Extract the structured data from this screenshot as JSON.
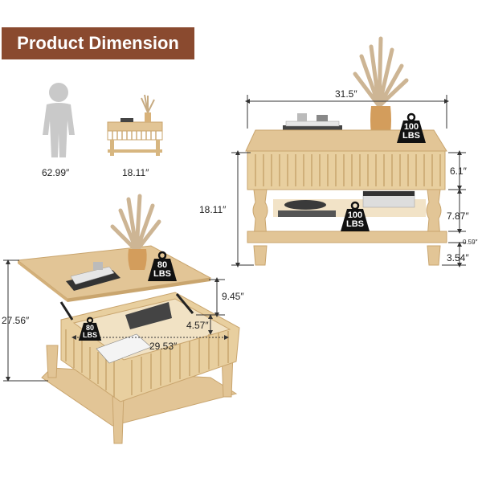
{
  "banner": {
    "title": "Product Dimension"
  },
  "scale": {
    "person_height": "62.99″",
    "table_height": "18.11″"
  },
  "front_view": {
    "width": "31.5″",
    "height": "18.11″",
    "drawer_height": "6.1″",
    "shelf_gap": "7.87″",
    "shelf_thickness": "0.59″",
    "leg_height": "3.54″",
    "top_load": {
      "value": "100",
      "unit": "LBS"
    },
    "shelf_load": {
      "value": "100",
      "unit": "LBS"
    }
  },
  "lift_view": {
    "raised_height": "27.56″",
    "lift_gap": "9.45″",
    "compartment_depth": "4.57″",
    "compartment_width": "29.53″",
    "top_load": {
      "value": "80",
      "unit": "LBS"
    },
    "compartment_load": {
      "value": "80",
      "unit": "LBS"
    }
  },
  "colors": {
    "banner": "#8a4a2f",
    "wood": "#e2c596",
    "wood_dark": "#c9a56e",
    "weight_icon": "#111111"
  },
  "icons": [
    "person-silhouette-icon",
    "weight-icon"
  ]
}
